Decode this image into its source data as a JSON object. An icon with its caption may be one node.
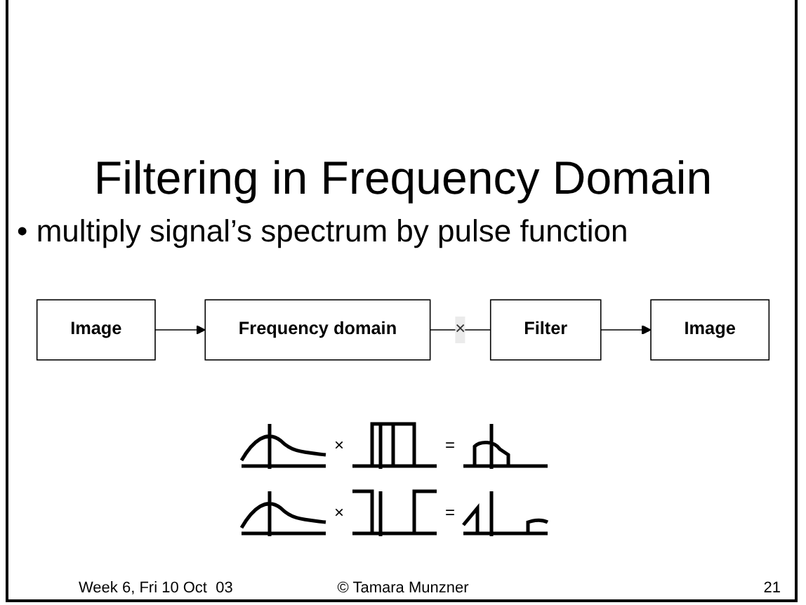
{
  "diagram": {
    "title": "Filtering in Frequency Domain",
    "nodes": [
      {
        "text": [
          "Image"
        ]
      },
      {
        "text": [
          "Frequency domain"
        ]
      },
      {
        "text": [
          "Filter"
        ]
      },
      {
        "text": [
          "Image"
        ]
      }
    ],
    "edges": [
      {
        "from": 0,
        "to": 1,
        "arrow": "to"
      },
      {
        "from": 1,
        "to": 2,
        "arrow": "none",
        "label": "×"
      },
      {
        "from": 2,
        "to": 3,
        "arrow": "to"
      }
    ],
    "labels": [
      "• multiply signal’s spectrum by pulse function",
      "×",
      "=",
      "×",
      "=",
      "Week 6, Fri 10 Oct  03",
      "© Tamara Munzner",
      "21"
    ]
  }
}
